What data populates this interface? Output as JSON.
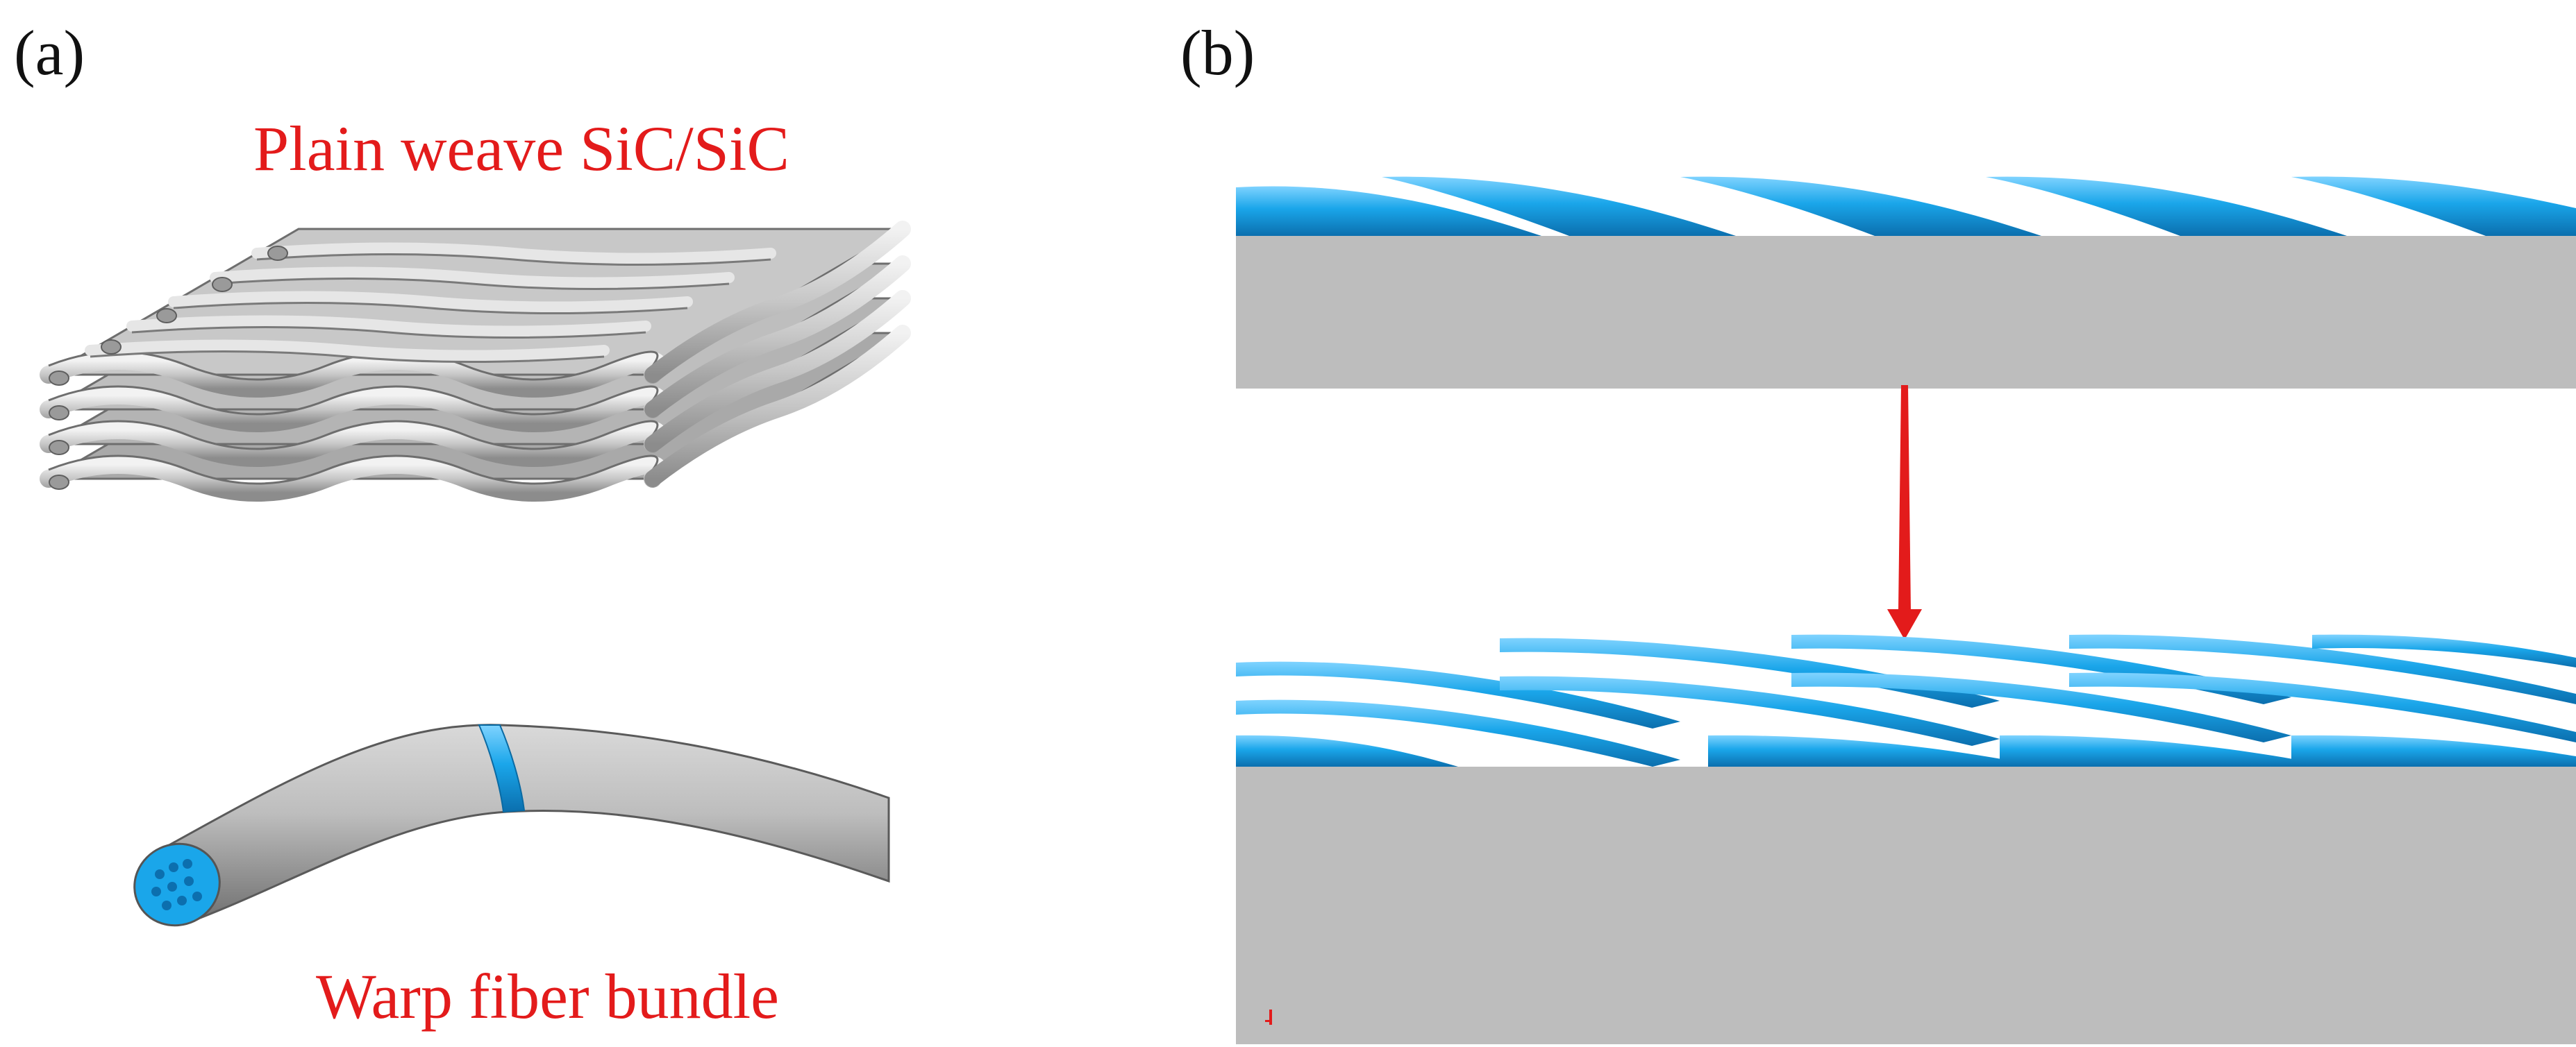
{
  "panels": {
    "a": {
      "label": "(a)"
    },
    "b": {
      "label": "(b)"
    }
  },
  "captions": {
    "plain_weave": "Plain weave SiC/SiC",
    "warp_bundle": "Warp fiber bundle"
  },
  "colors": {
    "caption_text": "#e31b1b",
    "arrow": "#e31b1b",
    "fiber_blue": "#18a4e6",
    "fiber_blue_dark": "#0a78b8",
    "matrix_gray": "#bdbdbd",
    "tow_gray": "#c9c9c9",
    "tow_edge": "#6e6e6e"
  }
}
